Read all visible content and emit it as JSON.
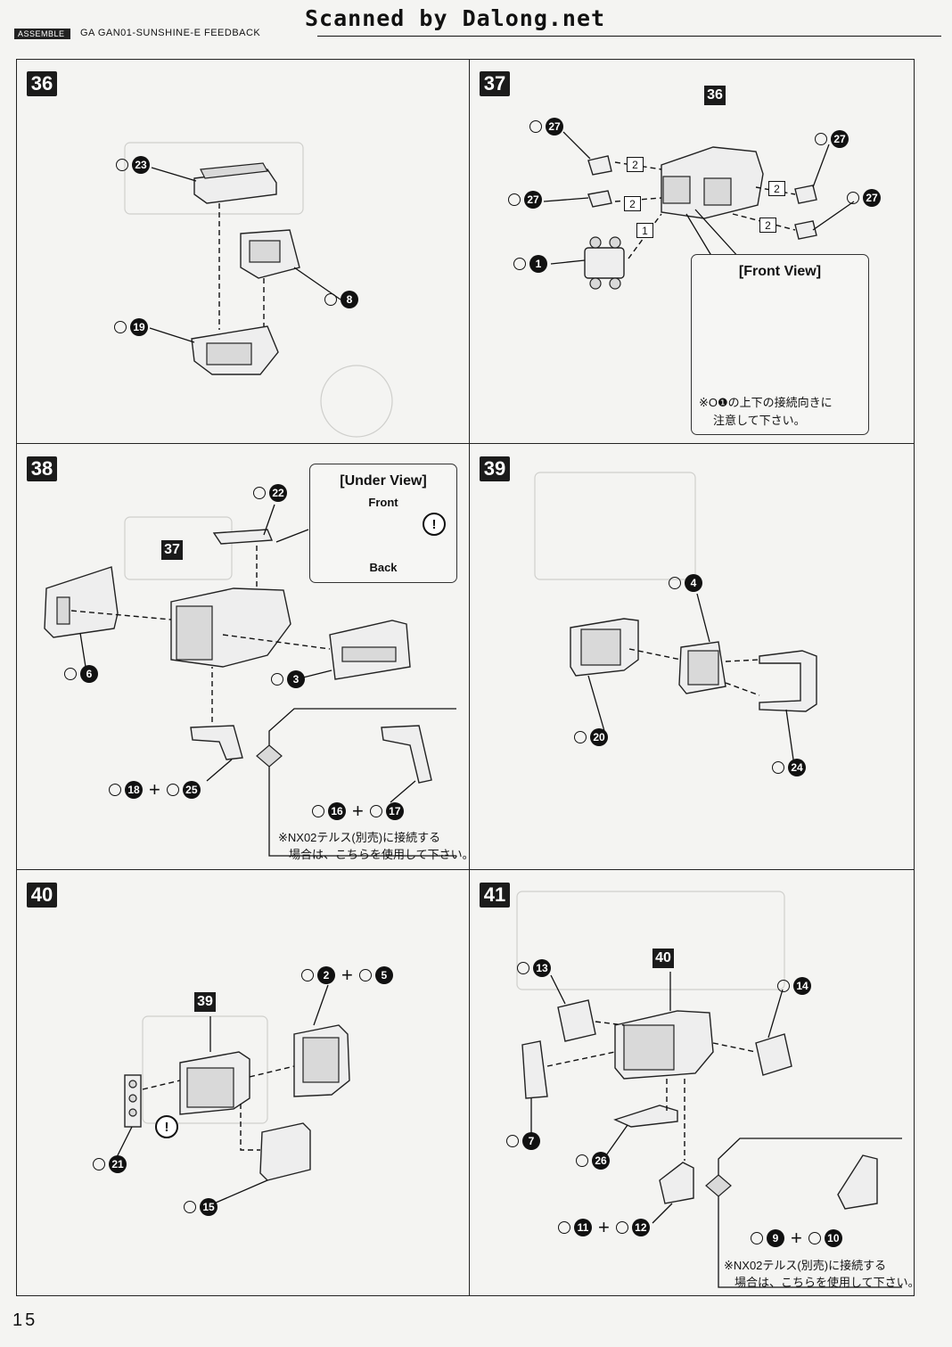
{
  "header": {
    "watermark": "Scanned by Dalong.net",
    "tag": "ASSEMBLE",
    "title": "GA GAN01-SUNSHINE-E FEEDBACK"
  },
  "page_number": "15",
  "icons": {
    "warning": "exclamation-circle-icon",
    "alternative": "diamond-marker-icon"
  },
  "steps": {
    "s36": {
      "num": "36",
      "parts": [
        "23",
        "8",
        "19"
      ]
    },
    "s37": {
      "num": "37",
      "sub_ref": "36",
      "parts": [
        "27",
        "27",
        "27",
        "27",
        "1"
      ],
      "counts": [
        "2",
        "2",
        "2",
        "2",
        "1"
      ],
      "front_view": {
        "title": "[Front View]",
        "note_line1": "※O❶の上下の接続向きに",
        "note_line2": "注意して下さい。"
      }
    },
    "s38": {
      "num": "38",
      "sub_ref": "37",
      "parts": [
        "22",
        "6",
        "3",
        "18",
        "25",
        "16",
        "17"
      ],
      "under_view": {
        "title": "[Under View]",
        "front": "Front",
        "back": "Back",
        "warn": "!"
      },
      "note_line1": "※NX02テルス(別売)に接続する",
      "note_line2": "場合は、こちらを使用して下さい。"
    },
    "s39": {
      "num": "39",
      "parts": [
        "4",
        "20",
        "24"
      ]
    },
    "s40": {
      "num": "40",
      "sub_ref": "39",
      "parts": [
        "2",
        "5",
        "21",
        "15"
      ],
      "warn": "!"
    },
    "s41": {
      "num": "41",
      "sub_ref": "40",
      "parts": [
        "13",
        "14",
        "7",
        "26",
        "11",
        "12",
        "9",
        "10"
      ],
      "note_line1": "※NX02テルス(別売)に接続する",
      "note_line2": "場合は、こちらを使用して下さい。"
    }
  },
  "plus": "+"
}
